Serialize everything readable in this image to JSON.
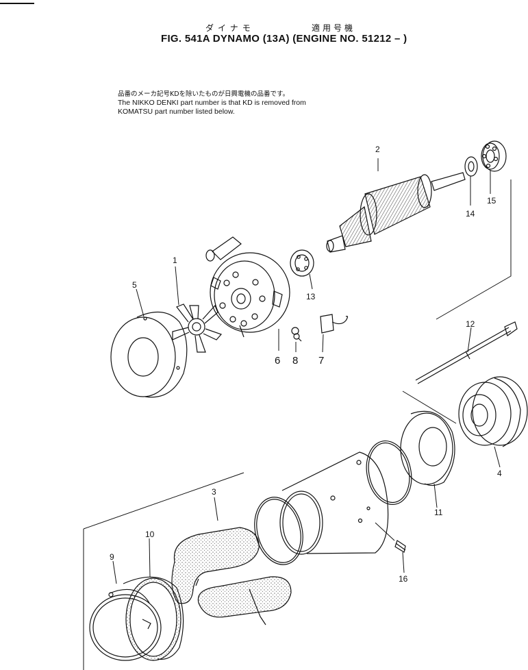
{
  "header": {
    "jp_part_name": "ダイナモ",
    "jp_applicable": "適用号機",
    "figure_title": "FIG. 541A  DYNAMO (13A) (ENGINE NO. 51212 – )"
  },
  "note": {
    "jp_line": "品番のメーカ記号KDを除いたものが日興電機の品番です。",
    "en_line_1": "The NIKKO DENKI part number is that KD is removed from",
    "en_line_2": "KOMATSU part number listed below."
  },
  "callouts": {
    "p1": "1",
    "p2": "2",
    "p3": "3",
    "p4": "4",
    "p5": "5",
    "p6": "6",
    "p7": "7",
    "p8": "8",
    "p9": "9",
    "p10": "10",
    "p11": "11",
    "p12": "12",
    "p13": "13",
    "p14": "14",
    "p15": "15",
    "p16": "16"
  }
}
